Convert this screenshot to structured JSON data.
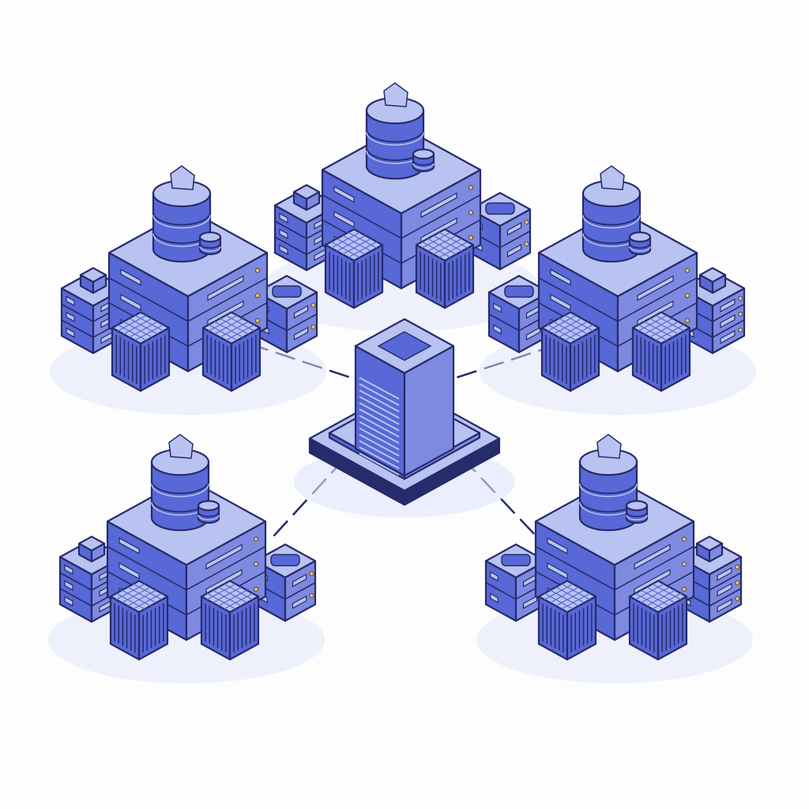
{
  "diagram": {
    "nodes": [
      {
        "id": "central-server",
        "kind": "central"
      },
      {
        "id": "cluster-top",
        "kind": "cluster"
      },
      {
        "id": "cluster-left",
        "kind": "cluster"
      },
      {
        "id": "cluster-right",
        "kind": "cluster"
      },
      {
        "id": "cluster-bottom-left",
        "kind": "cluster"
      },
      {
        "id": "cluster-bottom-right",
        "kind": "cluster"
      }
    ],
    "edges": [
      {
        "from": "central-server",
        "to": "cluster-left"
      },
      {
        "from": "central-server",
        "to": "cluster-right"
      },
      {
        "from": "central-server",
        "to": "cluster-bottom-left"
      },
      {
        "from": "central-server",
        "to": "cluster-bottom-right"
      }
    ]
  },
  "colors": {
    "background": "#fdfdfe",
    "primary": "#5868d6",
    "light": "#b9c3f1",
    "mid": "#7d8ae0",
    "outline": "#262b6b",
    "accent": "#f2c84b",
    "shadow": "#dfe4fa"
  }
}
